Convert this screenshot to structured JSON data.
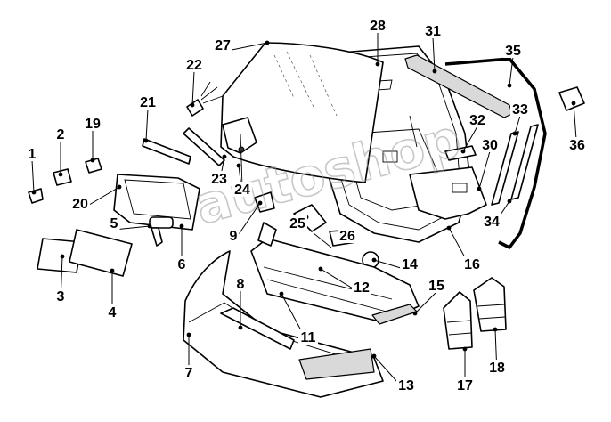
{
  "diagram": {
    "callouts": [
      {
        "id": "1",
        "label": "1"
      },
      {
        "id": "2",
        "label": "2"
      },
      {
        "id": "3",
        "label": "3"
      },
      {
        "id": "4",
        "label": "4"
      },
      {
        "id": "5",
        "label": "5"
      },
      {
        "id": "6",
        "label": "6"
      },
      {
        "id": "7",
        "label": "7"
      },
      {
        "id": "8",
        "label": "8"
      },
      {
        "id": "9",
        "label": "9"
      },
      {
        "id": "11",
        "label": "11"
      },
      {
        "id": "12",
        "label": "12"
      },
      {
        "id": "13",
        "label": "13"
      },
      {
        "id": "14",
        "label": "14"
      },
      {
        "id": "15",
        "label": "15"
      },
      {
        "id": "16",
        "label": "16"
      },
      {
        "id": "17",
        "label": "17"
      },
      {
        "id": "18",
        "label": "18"
      },
      {
        "id": "19",
        "label": "19"
      },
      {
        "id": "20",
        "label": "20"
      },
      {
        "id": "21",
        "label": "21"
      },
      {
        "id": "22",
        "label": "22"
      },
      {
        "id": "23",
        "label": "23"
      },
      {
        "id": "24",
        "label": "24"
      },
      {
        "id": "25",
        "label": "25"
      },
      {
        "id": "26",
        "label": "26"
      },
      {
        "id": "27",
        "label": "27"
      },
      {
        "id": "28",
        "label": "28"
      },
      {
        "id": "30",
        "label": "30"
      },
      {
        "id": "31",
        "label": "31"
      },
      {
        "id": "32",
        "label": "32"
      },
      {
        "id": "33",
        "label": "33"
      },
      {
        "id": "34",
        "label": "34"
      },
      {
        "id": "35",
        "label": "35"
      },
      {
        "id": "36",
        "label": "36"
      }
    ],
    "watermark": "autoshop",
    "colors": {
      "line": "#000000",
      "fill": "#ffffff",
      "shade": "#d9d9d9",
      "watermark": "#9a9a9a"
    }
  }
}
